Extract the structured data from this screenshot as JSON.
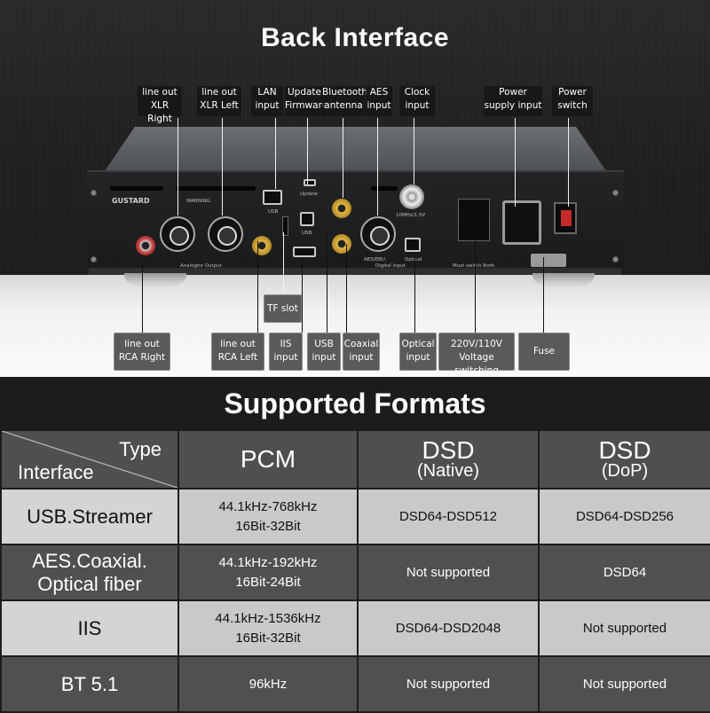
{
  "back": {
    "title": "Back Interface",
    "callouts_top": [
      {
        "id": "xlr-right",
        "lines": [
          "line out",
          "XLR Right"
        ]
      },
      {
        "id": "xlr-left",
        "lines": [
          "line out",
          "XLR Left"
        ]
      },
      {
        "id": "lan",
        "lines": [
          "LAN",
          "input"
        ]
      },
      {
        "id": "update",
        "lines": [
          "Update",
          "Firmware"
        ]
      },
      {
        "id": "bluetooth",
        "lines": [
          "Bluetooth",
          "antenna"
        ]
      },
      {
        "id": "aes",
        "lines": [
          "AES",
          "input"
        ]
      },
      {
        "id": "clock",
        "lines": [
          "Clock",
          "input"
        ]
      },
      {
        "id": "power-supply",
        "lines": [
          "Power",
          "supply input"
        ]
      },
      {
        "id": "power-switch",
        "lines": [
          "Power",
          "switch"
        ]
      }
    ],
    "callouts_bottom": [
      {
        "id": "tf-slot",
        "lines": [
          "TF slot"
        ]
      },
      {
        "id": "rca-right",
        "lines": [
          "line out",
          "RCA Right"
        ]
      },
      {
        "id": "rca-left",
        "lines": [
          "line out",
          "RCA Left"
        ]
      },
      {
        "id": "iis",
        "lines": [
          "IIS",
          "input"
        ]
      },
      {
        "id": "usb",
        "lines": [
          "USB",
          "input"
        ]
      },
      {
        "id": "coaxial",
        "lines": [
          "Coaxial",
          "input"
        ]
      },
      {
        "id": "optical",
        "lines": [
          "Optical",
          "input"
        ]
      },
      {
        "id": "voltage",
        "lines": [
          "220V/110V",
          "Voltage switching"
        ]
      },
      {
        "id": "fuse",
        "lines": [
          "Fuse"
        ]
      }
    ],
    "device": {
      "brand": "GUSTARD",
      "silk": {
        "analog": "Analoghe Output",
        "digital": "Digital Input",
        "optical": "Optical",
        "usb": "USB",
        "lan": "USB",
        "update": "Update",
        "aes": "AES/EBU",
        "clock": "10MHz/1.5V",
        "warning": "WARNING",
        "must": "Must switch Both"
      }
    }
  },
  "formats": {
    "title": "Supported Formats",
    "header": {
      "type": "Type",
      "interface": "Interface",
      "pcm": "PCM",
      "dsd_native_main": "DSD",
      "dsd_native_sub": "(Native)",
      "dsd_dop_main": "DSD",
      "dsd_dop_sub": "(DoP)"
    },
    "rows": [
      {
        "interface": "USB.Streamer",
        "pcm_rate": "44.1kHz-768kHz",
        "pcm_bits": "16Bit-32Bit",
        "dsd_native": "DSD64-DSD512",
        "dsd_dop": "DSD64-DSD256"
      },
      {
        "interface_l1": "AES.Coaxial.",
        "interface_l2": "Optical fiber",
        "pcm_rate": "44.1kHz-192kHz",
        "pcm_bits": "16Bit-24Bit",
        "dsd_native": "Not supported",
        "dsd_dop": "DSD64"
      },
      {
        "interface": "IIS",
        "pcm_rate": "44.1kHz-1536kHz",
        "pcm_bits": "16Bit-32Bit",
        "dsd_native": "DSD64-DSD2048",
        "dsd_dop": "Not supported"
      },
      {
        "interface": "BT 5.1",
        "pcm_rate": "96kHz",
        "pcm_bits": "",
        "dsd_native": "Not supported",
        "dsd_dop": "Not supported"
      }
    ]
  }
}
